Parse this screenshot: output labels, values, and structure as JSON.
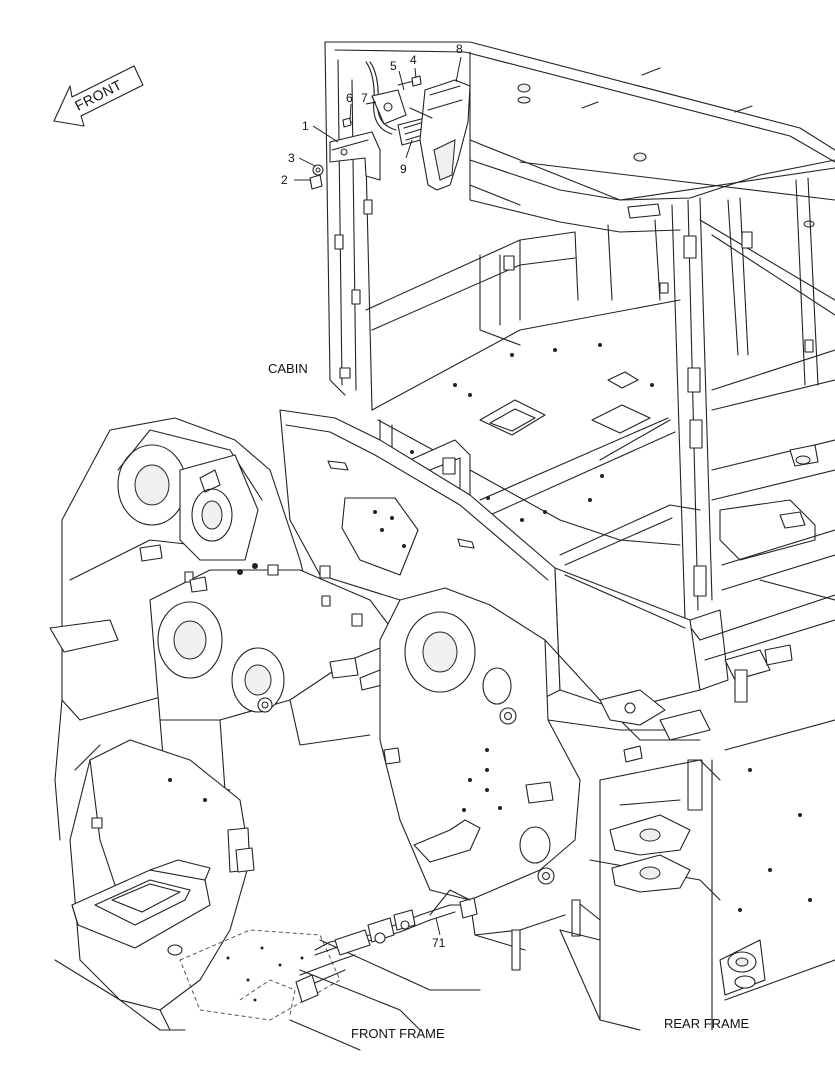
{
  "labels": {
    "front": "FRONT",
    "cabin": "CABIN",
    "front_frame": "FRONT FRAME",
    "rear_frame": "REAR FRAME"
  },
  "callouts": {
    "c1": "1",
    "c2": "2",
    "c3": "3",
    "c4": "4",
    "c5": "5",
    "c6": "6",
    "c7": "7",
    "c8": "8",
    "c9": "9",
    "c71": "71"
  }
}
